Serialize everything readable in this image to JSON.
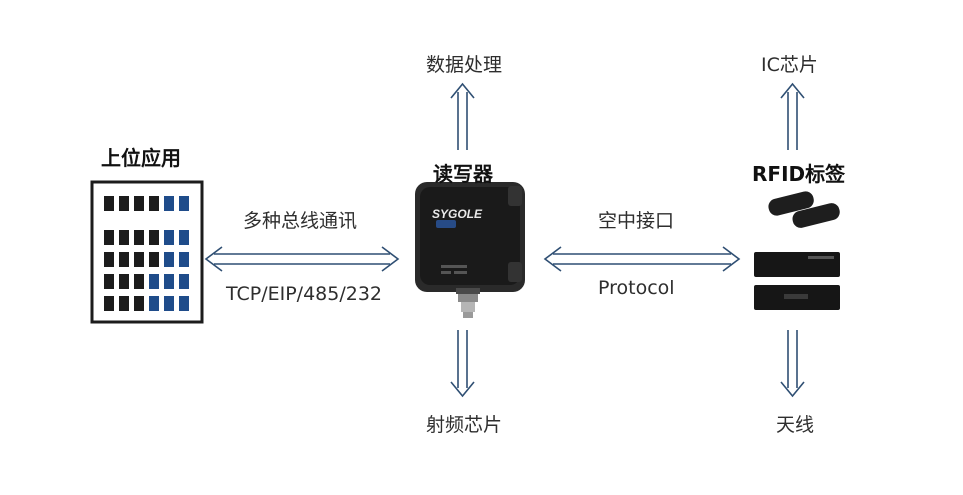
{
  "app": {
    "label": "上位应用",
    "window_rows": [
      [
        "dark",
        "dark",
        "dark",
        "dark",
        "blue",
        "blue"
      ],
      [
        "dark",
        "dark",
        "dark",
        "dark",
        "blue",
        "blue"
      ],
      [
        "dark",
        "dark",
        "dark",
        "dark",
        "blue",
        "blue"
      ],
      [
        "dark",
        "dark",
        "dark",
        "blue",
        "blue",
        "blue"
      ],
      [
        "dark",
        "dark",
        "dark",
        "blue",
        "blue",
        "blue"
      ]
    ]
  },
  "reader": {
    "label": "读写器",
    "brand": "SYGOLE",
    "top_label": "数据处理",
    "bottom_label": "射频芯片"
  },
  "link_left": {
    "top": "多种总线通讯",
    "bottom": "TCP/EIP/485/232"
  },
  "link_right": {
    "top": "空中接口",
    "bottom": "Protocol"
  },
  "tag": {
    "label": "RFID标签",
    "top_label": "IC芯片",
    "bottom_label": "天线"
  },
  "colors": {
    "arrow": "#2f4f73",
    "dark": "#1c1c1c",
    "blue": "#1f4c8a"
  }
}
